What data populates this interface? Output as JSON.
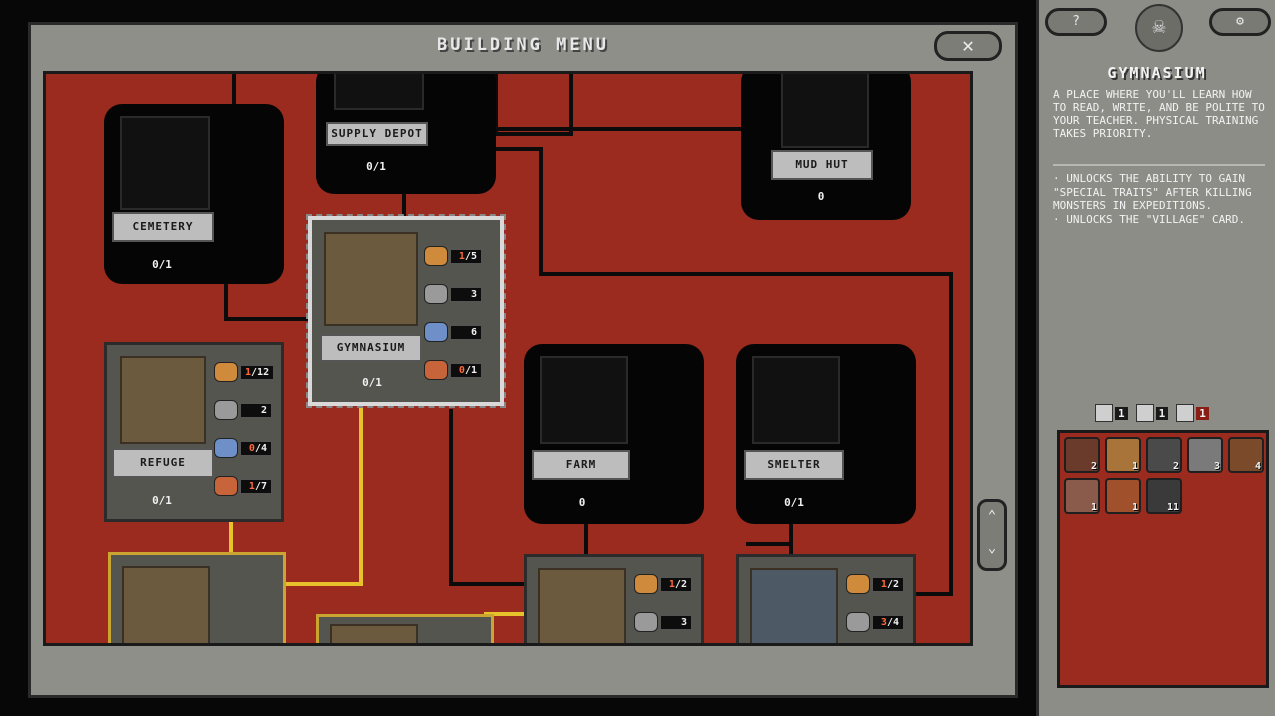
{
  "window": {
    "title": "BUILDING MENU",
    "close_label": "✕"
  },
  "scroll": {
    "up": "⌃",
    "down": "⌄"
  },
  "buildings": {
    "supply_depot": {
      "name": "SUPPLY DEPOT",
      "count": "0/1"
    },
    "mud_hut": {
      "name": "MUD HUT",
      "count": "0"
    },
    "cemetery": {
      "name": "CEMETERY",
      "count": "0/1"
    },
    "gymnasium": {
      "name": "GYMNASIUM",
      "count": "0/1",
      "resources": [
        {
          "icon": "plank-icon",
          "color": "#d08a3c",
          "have": "1",
          "need": "/5"
        },
        {
          "icon": "stone-icon",
          "color": "#9a9a9a",
          "have": "",
          "need": "3"
        },
        {
          "icon": "metal-icon",
          "color": "#6f8fc8",
          "have": "",
          "need": "6"
        },
        {
          "icon": "orb-icon",
          "color": "#c8643a",
          "have": "0",
          "need": "/1"
        }
      ]
    },
    "refuge": {
      "name": "REFUGE",
      "count": "0/1",
      "resources": [
        {
          "icon": "plank-icon",
          "color": "#d08a3c",
          "have": "1",
          "need": "/12"
        },
        {
          "icon": "stone-icon",
          "color": "#9a9a9a",
          "have": "",
          "need": "2"
        },
        {
          "icon": "metal-icon",
          "color": "#6f8fc8",
          "have": "0",
          "need": "/4"
        },
        {
          "icon": "orb-icon",
          "color": "#c8643a",
          "have": "1",
          "need": "/7"
        }
      ]
    },
    "farm": {
      "name": "FARM",
      "count": "0",
      "resources": [
        {
          "icon": "plank-icon",
          "color": "#d08a3c",
          "have": "1",
          "need": "/2"
        },
        {
          "icon": "stone-icon",
          "color": "#9a9a9a",
          "have": "",
          "need": "3"
        }
      ]
    },
    "smelter": {
      "name": "SMELTER",
      "count": "0/1",
      "resources": [
        {
          "icon": "plank-icon",
          "color": "#d08a3c",
          "have": "1",
          "need": "/2"
        },
        {
          "icon": "stone-icon",
          "color": "#9a9a9a",
          "have": "3",
          "need": "/4"
        }
      ]
    }
  },
  "panel": {
    "help_label": "?",
    "settings_label": "⚙",
    "title": "GYMNASIUM",
    "description": "A PLACE WHERE YOU'LL LEARN HOW TO READ, WRITE, AND BE POLITE TO YOUR TEACHER. PHYSICAL TRAINING TAKES PRIORITY.",
    "effect_1": "· UNLOCKS THE ABILITY TO GAIN \"SPECIAL TRAITS\" AFTER KILLING MONSTERS IN EXPEDITIONS.",
    "effect_2": "· UNLOCKS THE \"VILLAGE\" CARD.",
    "counters": [
      {
        "icon": "building-icon",
        "value": "1"
      },
      {
        "icon": "road-icon",
        "value": "1"
      },
      {
        "icon": "tile-icon",
        "value": "1"
      }
    ],
    "inventory": [
      {
        "icon": "bone-icon",
        "color": "#b0503a",
        "qty": "2"
      },
      {
        "icon": "plank-icon",
        "color": "#d08a3c",
        "qty": "1"
      },
      {
        "icon": "scrap-icon",
        "color": "#777777",
        "qty": "2"
      },
      {
        "icon": "stone-icon",
        "color": "#a8a8a8",
        "qty": "3"
      },
      {
        "icon": "feather-icon",
        "color": "#c06a3a",
        "qty": "4"
      },
      {
        "icon": "meat-icon",
        "color": "#c87a5a",
        "qty": "1"
      },
      {
        "icon": "orb-icon",
        "color": "#c8643a",
        "qty": "1"
      },
      {
        "icon": "claw-icon",
        "color": "#5a5a5a",
        "qty": "11"
      }
    ]
  }
}
